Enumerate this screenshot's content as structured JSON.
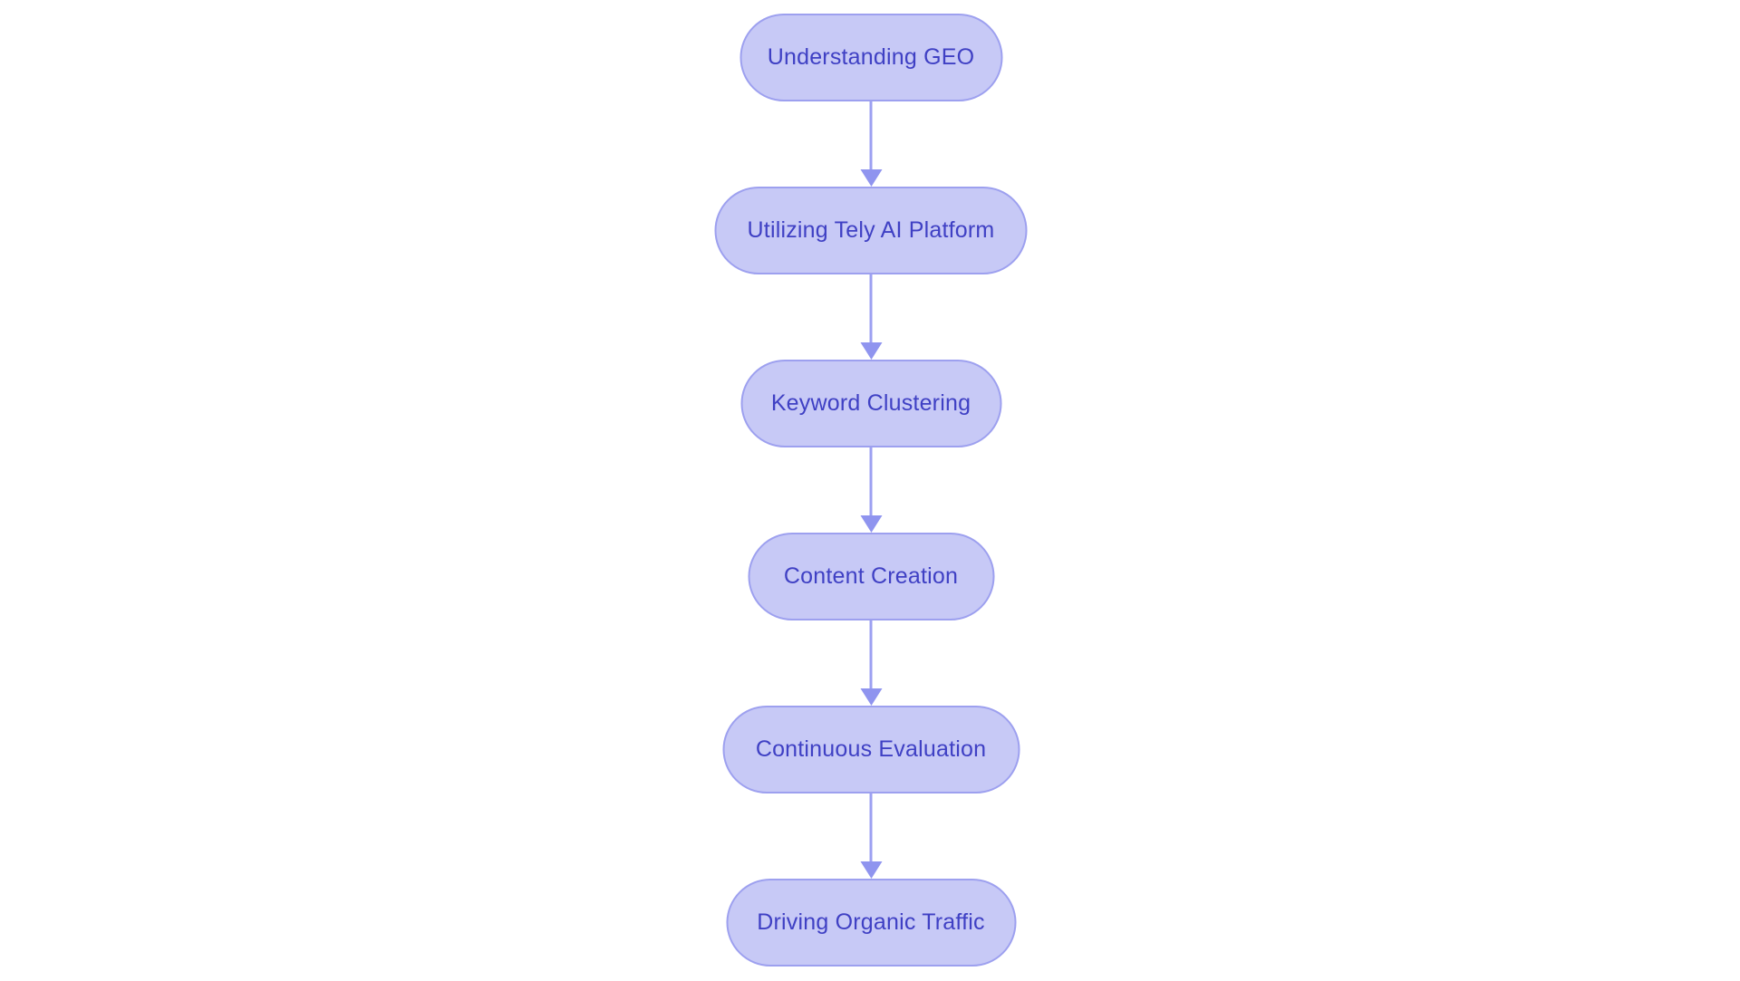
{
  "diagram": {
    "type": "flowchart",
    "direction": "top-to-bottom",
    "background_color": "#ffffff",
    "nodes": [
      {
        "label": "Understanding GEO"
      },
      {
        "label": "Utilizing Tely AI Platform"
      },
      {
        "label": "Keyword Clustering"
      },
      {
        "label": "Content Creation"
      },
      {
        "label": "Continuous Evaluation"
      },
      {
        "label": "Driving Organic Traffic"
      }
    ],
    "edges": [
      {
        "from": "Understanding GEO",
        "to": "Utilizing Tely AI Platform"
      },
      {
        "from": "Utilizing Tely AI Platform",
        "to": "Keyword Clustering"
      },
      {
        "from": "Keyword Clustering",
        "to": "Content Creation"
      },
      {
        "from": "Content Creation",
        "to": "Continuous Evaluation"
      },
      {
        "from": "Continuous Evaluation",
        "to": "Driving Organic Traffic"
      }
    ],
    "colors": {
      "node_fill": "#c7c9f6",
      "node_border": "#9da0ef",
      "node_text": "#3f40c4",
      "arrow_stem": "#9ca0f2",
      "arrow_head": "#8f94ef"
    }
  }
}
